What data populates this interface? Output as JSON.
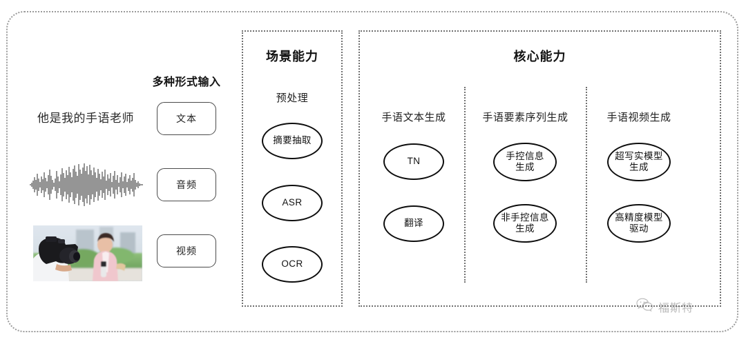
{
  "diagram": {
    "title_visible": false,
    "background": "#ffffff",
    "frame_color": "#9a9a9a",
    "node_border_color": "#0d0d0d"
  },
  "input_section": {
    "heading": "多种形式输入",
    "sample_text": "他是我的手语老师",
    "modalities": [
      {
        "label": "文本",
        "media": "text-sample"
      },
      {
        "label": "音频",
        "media": "audio-waveform"
      },
      {
        "label": "视频",
        "media": "video-thumbnail"
      }
    ],
    "media_names": {
      "waveform": "audio-waveform-graphic",
      "photo": "video-thumbnail-photo"
    }
  },
  "scene_section": {
    "title": "场景能力",
    "subtitle": "预处理",
    "nodes": [
      "摘要抽取",
      "ASR",
      "OCR"
    ]
  },
  "core_section": {
    "title": "核心能力",
    "columns": [
      {
        "label": "手语文本生成",
        "nodes": [
          {
            "line1": "TN",
            "line2": ""
          },
          {
            "line1": "翻译",
            "line2": ""
          }
        ]
      },
      {
        "label": "手语要素序列生成",
        "nodes": [
          {
            "line1": "手控信息",
            "line2": "生成"
          },
          {
            "line1": "非手控信息",
            "line2": "生成"
          }
        ]
      },
      {
        "label": "手语视频生成",
        "nodes": [
          {
            "line1": "超写实模型",
            "line2": "生成"
          },
          {
            "line1": "高精度模型",
            "line2": "驱动"
          }
        ]
      }
    ]
  },
  "watermark": {
    "text": "福斯特",
    "icon": "wechat-icon"
  }
}
